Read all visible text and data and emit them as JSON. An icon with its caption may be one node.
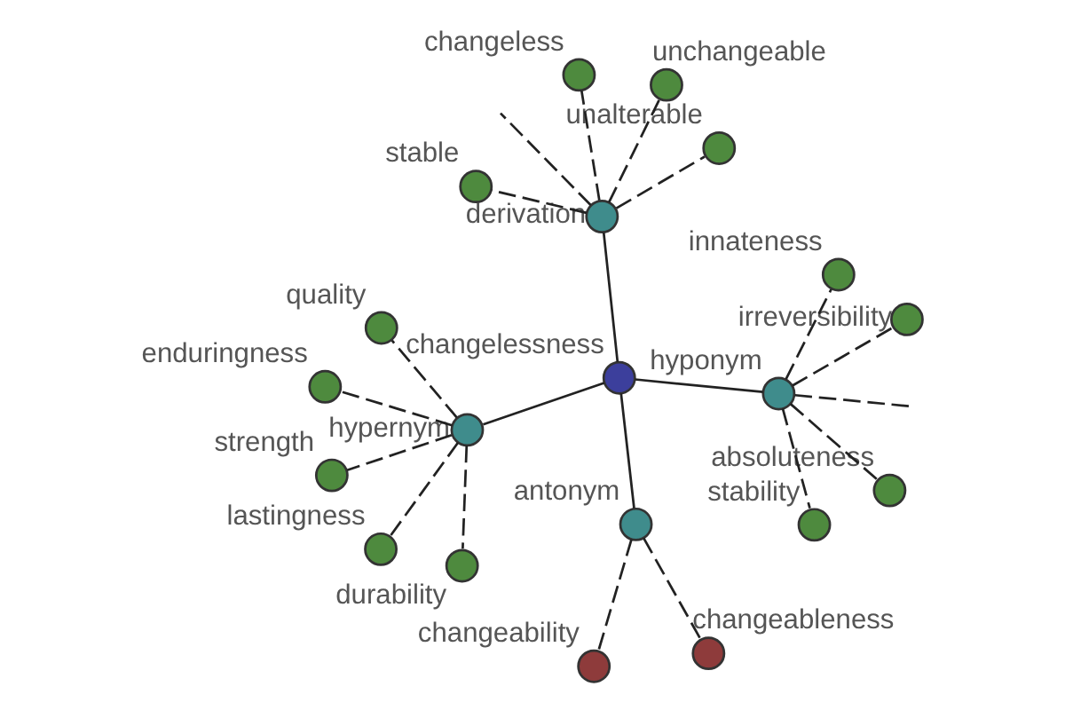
{
  "diagram": {
    "nodes": [
      {
        "text": [
          "changeability"
        ]
      },
      {
        "text": [
          "changeableness"
        ]
      },
      {
        "text": [
          "antonym"
        ]
      },
      {
        "text": [
          "enduringness"
        ]
      },
      {
        "text": [
          "quality"
        ]
      },
      {
        "text": [
          "hypernym"
        ]
      },
      {
        "text": [
          "changelessness"
        ]
      },
      {
        "text": [
          "absoluteness"
        ]
      },
      {
        "text": [
          "lastingness"
        ]
      },
      {
        "text": [
          "unalterable"
        ]
      },
      {
        "text": [
          "durability"
        ]
      },
      {
        "text": [
          "strength"
        ]
      },
      {
        "text": [
          "hyponym"
        ]
      },
      {
        "text": [
          "unchangeable"
        ]
      },
      {
        "text": [
          "derivation"
        ]
      },
      {
        "text": [
          "stable"
        ]
      },
      {
        "text": [
          "stability"
        ]
      },
      {
        "text": [
          "irreversibility"
        ]
      },
      {
        "text": [
          "innateness"
        ]
      },
      {
        "text": [
          "changeless"
        ]
      }
    ],
    "edges": [
      {
        "from": 6,
        "to": 2,
        "arrow": "none"
      },
      {
        "from": 6,
        "to": 5,
        "arrow": "none"
      },
      {
        "from": 6,
        "to": 12,
        "arrow": "none"
      },
      {
        "from": 6,
        "to": 14,
        "arrow": "none"
      },
      {
        "from": 2,
        "to": 0,
        "arrow": "none",
        "style": "dashed"
      },
      {
        "from": 2,
        "to": 1,
        "arrow": "none",
        "style": "dashed"
      },
      {
        "from": 5,
        "to": 3,
        "arrow": "none",
        "style": "dashed"
      },
      {
        "from": 5,
        "to": 4,
        "arrow": "none",
        "style": "dashed"
      },
      {
        "from": 5,
        "to": 8,
        "arrow": "none",
        "style": "dashed"
      },
      {
        "from": 5,
        "to": 10,
        "arrow": "none",
        "style": "dashed"
      },
      {
        "from": 5,
        "to": 11,
        "arrow": "none",
        "style": "dashed"
      },
      {
        "from": 12,
        "to": 7,
        "arrow": "none",
        "style": "dashed"
      },
      {
        "from": 12,
        "to": 16,
        "arrow": "none",
        "style": "dashed"
      },
      {
        "from": 12,
        "to": 17,
        "arrow": "none",
        "style": "dashed"
      },
      {
        "from": 12,
        "to": 18,
        "arrow": "none",
        "style": "dashed"
      },
      {
        "from": 12,
        "to": null,
        "arrow": "none",
        "style": "dashed"
      },
      {
        "from": 14,
        "to": 9,
        "arrow": "none",
        "style": "dashed"
      },
      {
        "from": 14,
        "to": 15,
        "arrow": "none",
        "style": "dashed"
      },
      {
        "from": 14,
        "to": 13,
        "arrow": "none",
        "style": "dashed"
      },
      {
        "from": 14,
        "to": 19,
        "arrow": "none",
        "style": "dashed"
      },
      {
        "from": 14,
        "to": null,
        "arrow": "none",
        "style": "dashed"
      }
    ]
  }
}
